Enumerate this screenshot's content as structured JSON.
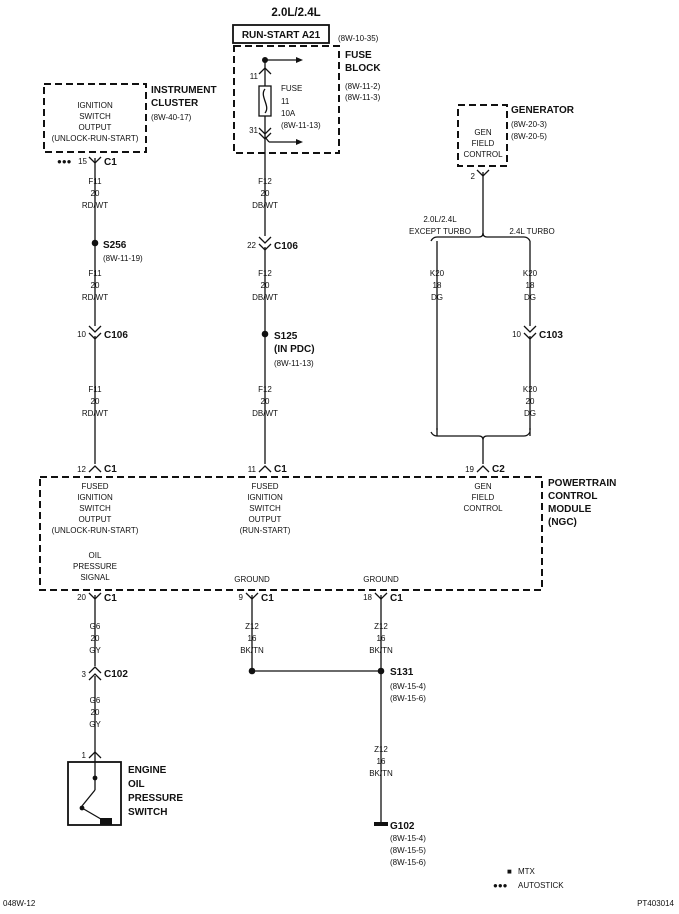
{
  "header": {
    "title": "2.0L/2.4L"
  },
  "fuse": {
    "circuit_box": "RUN-START A21",
    "circuit_ref": "(8W-10-35)",
    "block_title": [
      "FUSE",
      "BLOCK"
    ],
    "block_refs": [
      "(8W-11-2)",
      "(8W-11-3)"
    ],
    "pin_in": "11",
    "pin_out": "31",
    "label": [
      "FUSE",
      "11",
      "10A",
      "(8W-11-13)"
    ]
  },
  "instrument_cluster": {
    "title": [
      "INSTRUMENT",
      "CLUSTER"
    ],
    "ref": "(8W-40-17)",
    "box_text": [
      "IGNITION",
      "SWITCH",
      "OUTPUT",
      "(UNLOCK-RUN-START)"
    ],
    "pin": "15",
    "connector": "C1",
    "dots": "●●●"
  },
  "generator": {
    "title": "GENERATOR",
    "refs": [
      "(8W-20-3)",
      "(8W-20-5)"
    ],
    "box_text": [
      "GEN",
      "FIELD",
      "CONTROL"
    ],
    "pin": "2",
    "branch_left": [
      "2.0L/2.4L",
      "EXCEPT TURBO"
    ],
    "branch_right": "2.4L TURBO"
  },
  "wires": {
    "f11_a": [
      "F11",
      "20",
      "RD/WT"
    ],
    "f11_b": [
      "F11",
      "20",
      "RD/WT"
    ],
    "f11_c": [
      "F11",
      "20",
      "RD/WT"
    ],
    "f12_a": [
      "F12",
      "20",
      "DB/WT"
    ],
    "f12_b": [
      "F12",
      "20",
      "DB/WT"
    ],
    "f12_c": [
      "F12",
      "20",
      "DB/WT"
    ],
    "k20_left": [
      "K20",
      "18",
      "DG"
    ],
    "k20_right_a": [
      "K20",
      "18",
      "DG"
    ],
    "k20_right_b": [
      "K20",
      "20",
      "DG"
    ],
    "g6_a": [
      "G6",
      "20",
      "GY"
    ],
    "g6_b": [
      "G6",
      "20",
      "GY"
    ],
    "z12_a": [
      "Z12",
      "16",
      "BK/TN"
    ],
    "z12_b": [
      "Z12",
      "16",
      "BK/TN"
    ],
    "z12_c": [
      "Z12",
      "16",
      "BK/TN"
    ]
  },
  "splices": {
    "s256": {
      "name": "S256",
      "ref": "(8W-11-19)"
    },
    "s125": {
      "name": "S125",
      "sub": "(IN PDC)",
      "ref": "(8W-11-13)"
    },
    "s131": {
      "name": "S131",
      "refs": [
        "(8W-15-4)",
        "(8W-15-6)"
      ]
    }
  },
  "connectors": {
    "c106_a": {
      "pin": "10",
      "name": "C106"
    },
    "c106_b": {
      "pin": "22",
      "name": "C106"
    },
    "c103": {
      "pin": "10",
      "name": "C103"
    },
    "c102": {
      "pin": "3",
      "name": "C102"
    }
  },
  "pcm": {
    "title": [
      "POWERTRAIN",
      "CONTROL",
      "MODULE",
      "(NGC)"
    ],
    "pin_fused_unlock": {
      "pin": "12",
      "conn": "C1"
    },
    "pin_fused_run": {
      "pin": "11",
      "conn": "C1"
    },
    "pin_gen": {
      "pin": "19",
      "conn": "C2"
    },
    "pin_oil": {
      "pin": "20",
      "conn": "C1"
    },
    "pin_gnd_a": {
      "pin": "9",
      "conn": "C1"
    },
    "pin_gnd_b": {
      "pin": "18",
      "conn": "C1"
    },
    "text_fused_unlock": [
      "FUSED",
      "IGNITION",
      "SWITCH",
      "OUTPUT",
      "(UNLOCK-RUN-START)"
    ],
    "text_fused_run": [
      "FUSED",
      "IGNITION",
      "SWITCH",
      "OUTPUT",
      "(RUN-START)"
    ],
    "text_gen": [
      "GEN",
      "FIELD",
      "CONTROL"
    ],
    "text_oil": [
      "OIL",
      "PRESSURE",
      "SIGNAL"
    ],
    "text_ground_a": "GROUND",
    "text_ground_b": "GROUND"
  },
  "switch": {
    "pin": "1",
    "title": [
      "ENGINE",
      "OIL",
      "PRESSURE",
      "SWITCH"
    ]
  },
  "ground": {
    "name": "G102",
    "refs": [
      "(8W-15-4)",
      "(8W-15-5)",
      "(8W-15-6)"
    ]
  },
  "legend": {
    "mtx_symbol": "■",
    "mtx": "MTX",
    "autostick_symbol": "●●●",
    "autostick": "AUTOSTICK"
  },
  "footer": {
    "left": "048W-12",
    "right": "PT403014"
  }
}
